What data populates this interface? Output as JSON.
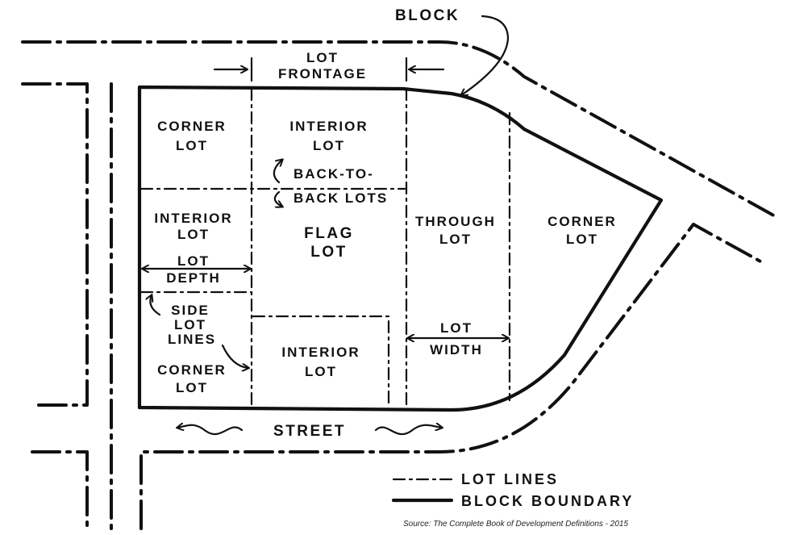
{
  "labels": {
    "block": "BLOCK",
    "lot_frontage_1": "LOT",
    "lot_frontage_2": "FRONTAGE",
    "corner_lot_tl_1": "CORNER",
    "corner_lot_tl_2": "LOT",
    "interior_lot_top_1": "INTERIOR",
    "interior_lot_top_2": "LOT",
    "back_to_back_1": "BACK-TO-",
    "back_to_back_2": "BACK LOTS",
    "interior_lot_left_1": "INTERIOR",
    "interior_lot_left_2": "LOT",
    "lot_depth_1": "LOT",
    "lot_depth_2": "DEPTH",
    "flag_lot_1": "FLAG",
    "flag_lot_2": "LOT",
    "through_lot_1": "THROUGH",
    "through_lot_2": "LOT",
    "corner_lot_right_1": "CORNER",
    "corner_lot_right_2": "LOT",
    "side_lot_lines_1": "SIDE",
    "side_lot_lines_2": "LOT",
    "side_lot_lines_3": "LINES",
    "corner_lot_bl_1": "CORNER",
    "corner_lot_bl_2": "LOT",
    "interior_lot_bottom_1": "INTERIOR",
    "interior_lot_bottom_2": "LOT",
    "lot_width_1": "LOT",
    "lot_width_2": "WIDTH",
    "street": "STREET"
  },
  "legend": {
    "lot_lines": "LOT LINES",
    "block_boundary": "BLOCK BOUNDARY"
  },
  "source": "Source: The Complete Book of Development Definitions - 2015"
}
